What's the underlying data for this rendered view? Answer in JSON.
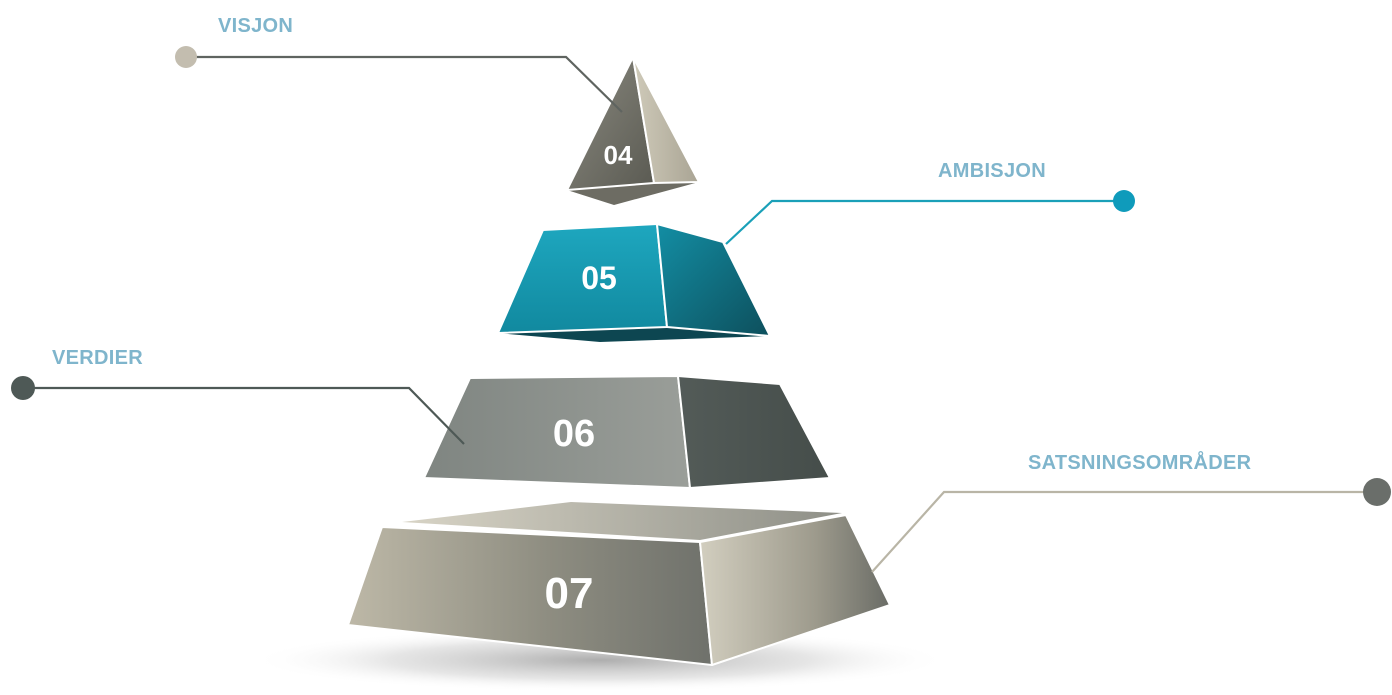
{
  "pyramid": {
    "levels": [
      {
        "number": "04",
        "label": "VISJON"
      },
      {
        "number": "05",
        "label": "AMBISJON"
      },
      {
        "number": "06",
        "label": "VERDIER"
      },
      {
        "number": "07",
        "label": "SATSNINGSOMRÅDER"
      }
    ]
  },
  "colors": {
    "label_text": "#7fb5cc",
    "teal": "#1a9bb3",
    "gray": "#8a8f8c",
    "dark_gray": "#4a5552",
    "beige": "#b9b5a6"
  }
}
